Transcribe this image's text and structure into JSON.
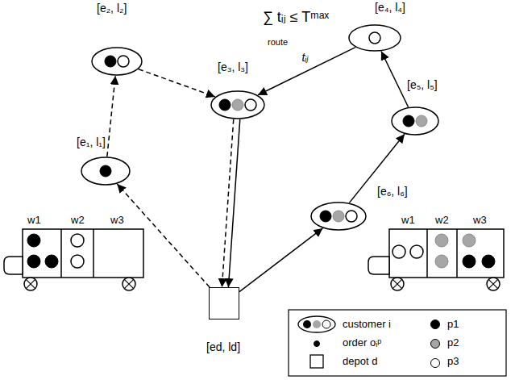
{
  "diagram": {
    "nodes": [
      {
        "text": [
          "[e₁, l₁]"
        ]
      },
      {
        "text": [
          "[e₂, l₂]"
        ]
      },
      {
        "text": [
          "[e₃, l₃]"
        ]
      },
      {
        "text": [
          "[e₄, l₄]"
        ]
      },
      {
        "text": [
          "[e₅, l₅]"
        ]
      },
      {
        "text": [
          "[e₆, l₆]"
        ]
      },
      {
        "text": [
          "[ed, ld]"
        ]
      }
    ],
    "edges": [
      {
        "from": 6,
        "to": 0,
        "arrow": "to"
      },
      {
        "from": 0,
        "to": 1,
        "arrow": "to"
      },
      {
        "from": 1,
        "to": 2,
        "arrow": "to"
      },
      {
        "from": 2,
        "to": 6,
        "arrow": "to"
      },
      {
        "from": 6,
        "to": 5,
        "arrow": "to"
      },
      {
        "from": 5,
        "to": 4,
        "arrow": "to"
      },
      {
        "from": 4,
        "to": 3,
        "arrow": "to"
      },
      {
        "from": 3,
        "to": 2,
        "label": "tᵢⱼ",
        "arrow": "to"
      },
      {
        "from": 2,
        "to": 6,
        "arrow": "to"
      }
    ],
    "labels": [
      "∑ tᵢⱼ ≤ Tᵐᵃˣ",
      "route",
      "w1",
      "w2",
      "w3",
      "w1",
      "w2",
      "w3"
    ],
    "legend": [
      {
        "text": "customer i"
      },
      {
        "text": "order oᵢᵖ",
        "color": "#000000"
      },
      {
        "text": "depot d"
      },
      {
        "text": "p1",
        "color": "#000000"
      },
      {
        "text": "p2",
        "color": "#a6a6a6"
      },
      {
        "text": "p3",
        "color": "#ffffff"
      }
    ]
  }
}
